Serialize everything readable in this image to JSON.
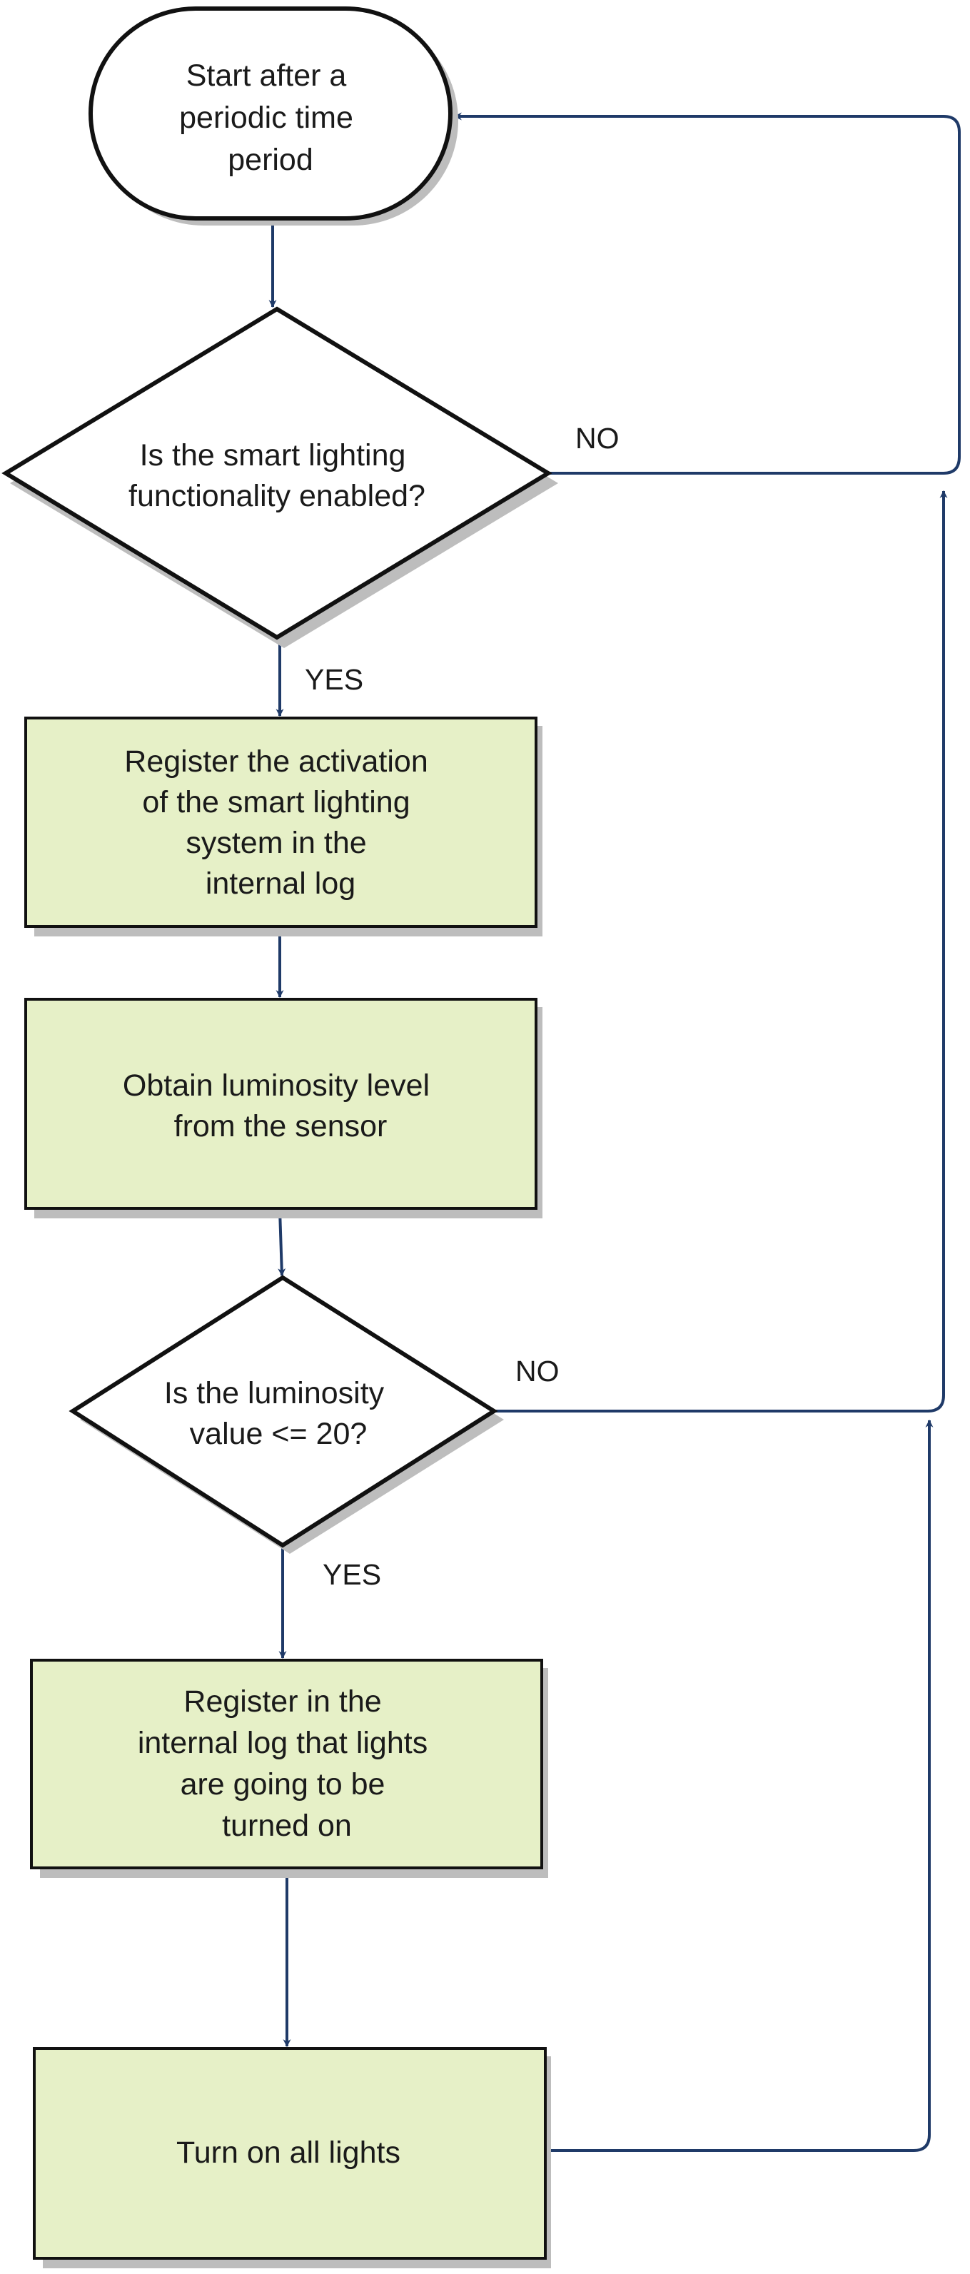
{
  "nodes": {
    "start": {
      "lines": [
        "Start after a",
        "periodic time",
        "period"
      ]
    },
    "check_enabled": {
      "lines": [
        "Is the smart lighting",
        "functionality enabled?"
      ]
    },
    "register_activation": {
      "lines": [
        "Register the activation",
        "of the smart lighting",
        "system in the",
        "internal log"
      ]
    },
    "obtain_luminosity": {
      "lines": [
        "Obtain luminosity level",
        "from the sensor"
      ]
    },
    "check_luminosity": {
      "lines": [
        "Is the luminosity",
        "value <= 20?"
      ]
    },
    "register_lights_on": {
      "lines": [
        "Register in the",
        "internal log that lights",
        "are going to be",
        "turned on"
      ]
    },
    "turn_on_lights": {
      "lines": [
        "Turn on all lights"
      ]
    }
  },
  "edge_labels": {
    "enabled_no": "NO",
    "enabled_yes": "YES",
    "luminosity_no": "NO",
    "luminosity_yes": "YES"
  },
  "colors": {
    "process_fill": "#e6f0c7",
    "connector": "#1f3a68",
    "outline": "#111111"
  }
}
